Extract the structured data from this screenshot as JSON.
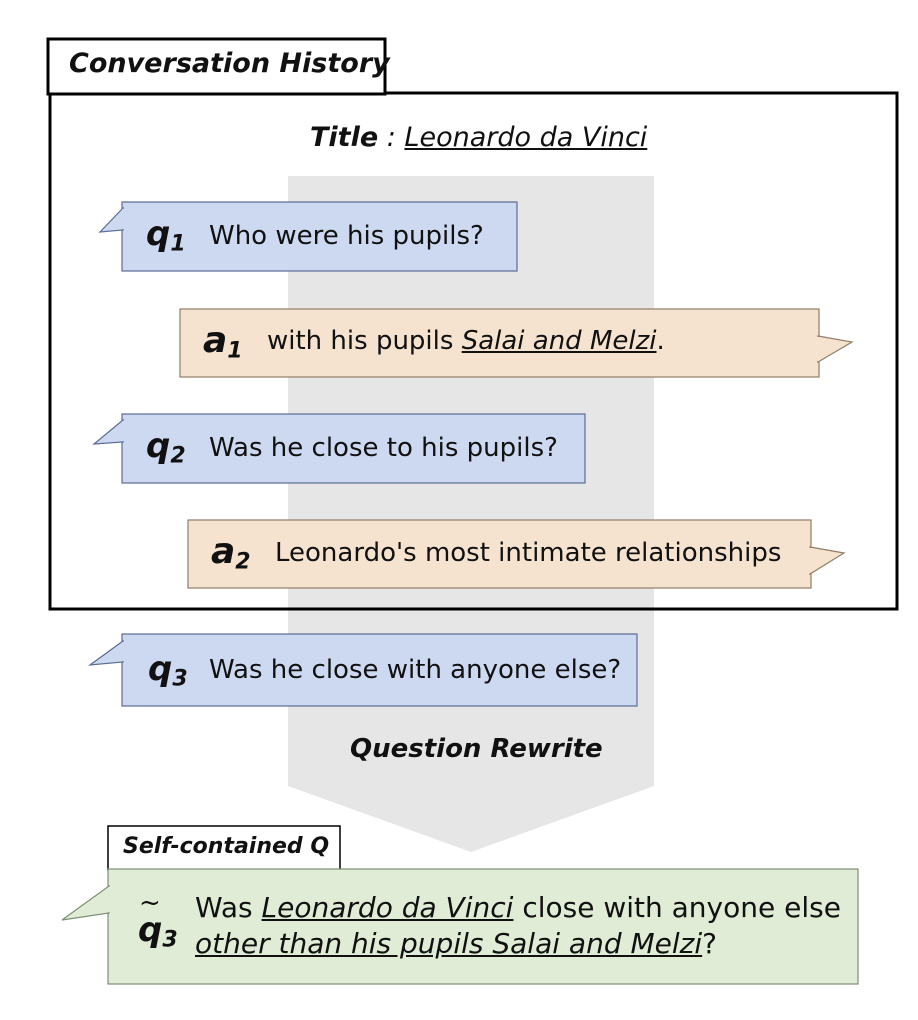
{
  "history_tab": "Conversation History",
  "title": {
    "label": "Title",
    "separator": " : ",
    "value": "Leonardo da Vinci"
  },
  "turns": [
    {
      "symbol": "q",
      "index": "1",
      "text": "Who were his pupils?"
    },
    {
      "symbol": "a",
      "index": "1",
      "text_prefix": "with his pupils ",
      "text_emph": "Salai and Melzi",
      "text_suffix": "."
    },
    {
      "symbol": "q",
      "index": "2",
      "text": "Was he close to his pupils?"
    },
    {
      "symbol": "a",
      "index": "2",
      "text": "Leonardo's most intimate relationships"
    }
  ],
  "current_question": {
    "symbol": "q",
    "index": "3",
    "text": "Was he close with anyone else?"
  },
  "arrow_label": "Question Rewrite",
  "self_contained_tab": "Self-contained Q",
  "rewritten": {
    "symbol": "q",
    "tilde": "~",
    "index": "3",
    "line1_prefix": "Was ",
    "line1_entity": "Leonardo da Vinci",
    "line1_suffix": " close with anyone else",
    "line2_emph": "other than his pupils Salai and Melzi",
    "line2_suffix": "?"
  },
  "colors": {
    "question_fill": "#cdd9f1",
    "question_stroke": "#5a6b96",
    "answer_fill": "#f6e3cf",
    "answer_stroke": "#8f7d66",
    "rewrite_fill": "#e0ecd5",
    "rewrite_stroke": "#7d8f74",
    "arrow_fill": "#e6e6e6"
  }
}
